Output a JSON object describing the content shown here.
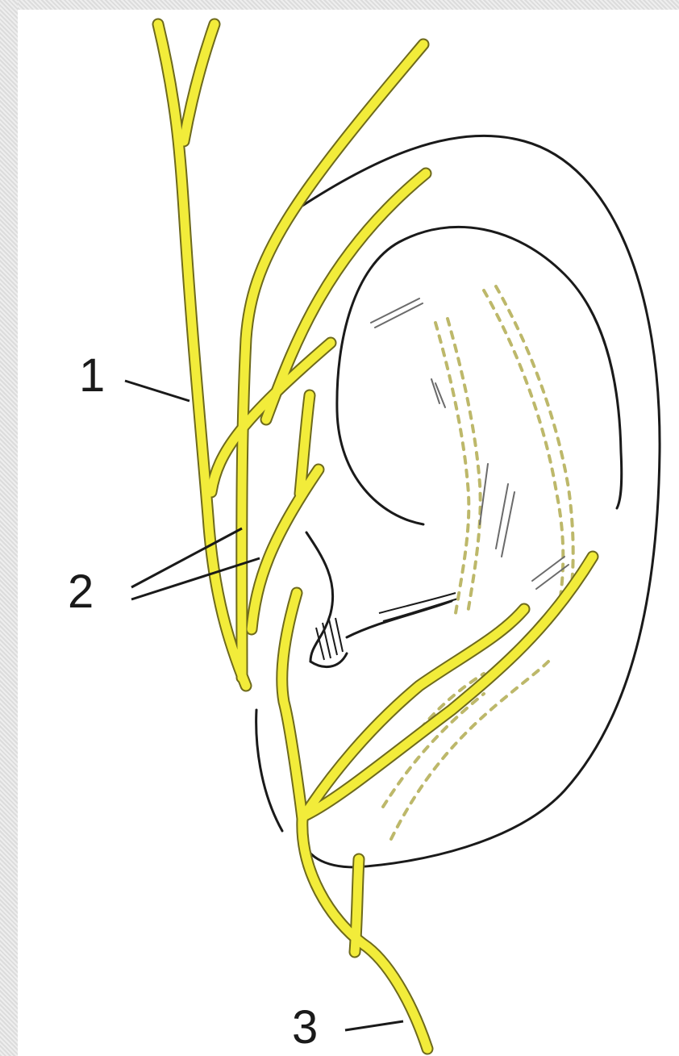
{
  "labels": {
    "label_1": "1",
    "label_2": "2",
    "label_3": "3"
  },
  "colors": {
    "nerve_fill": "#f2ec3a",
    "nerve_outline": "#6e6a1c",
    "line": "#1a1a1a",
    "dashes": "#bdb86a",
    "background": "#ffffff"
  }
}
